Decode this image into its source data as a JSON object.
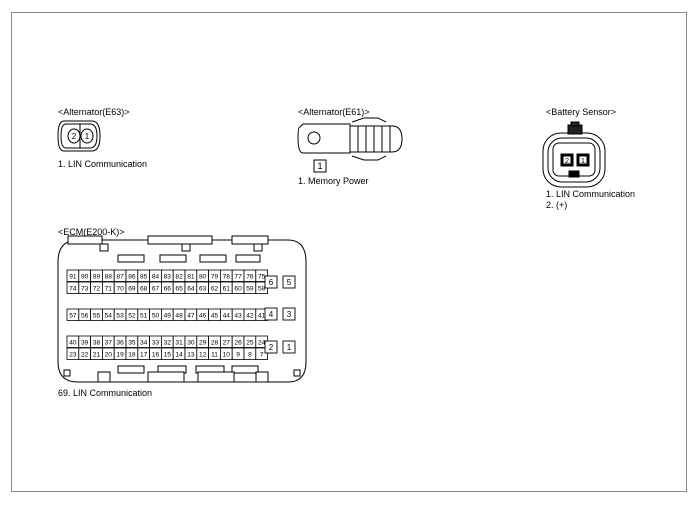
{
  "connectors": {
    "alt_e63": {
      "title": "<Alternator(E63)>",
      "pins": [
        "2",
        "1"
      ],
      "desc": [
        "1. LIN Communication"
      ]
    },
    "alt_e61": {
      "title": "<Alternator(E61)>",
      "pins": [
        "1"
      ],
      "desc": [
        "1. Memory Power"
      ]
    },
    "battery": {
      "title": "<Battery Sensor>",
      "pins": [
        "2",
        "1"
      ],
      "desc": [
        "1. LIN Communication",
        "2. (+)"
      ]
    },
    "ecm": {
      "title": "<ECM(E200-K)>",
      "rows": [
        [
          "91",
          "90",
          "89",
          "88",
          "87",
          "86",
          "85",
          "84",
          "83",
          "82",
          "81",
          "80",
          "79",
          "78",
          "77",
          "76",
          "75"
        ],
        [
          "74",
          "73",
          "72",
          "71",
          "70",
          "69",
          "68",
          "67",
          "66",
          "65",
          "64",
          "63",
          "62",
          "61",
          "60",
          "59",
          "58"
        ],
        [
          "57",
          "56",
          "55",
          "54",
          "53",
          "52",
          "51",
          "50",
          "49",
          "48",
          "47",
          "46",
          "45",
          "44",
          "43",
          "42",
          "41"
        ],
        [
          "40",
          "39",
          "38",
          "37",
          "36",
          "35",
          "34",
          "33",
          "32",
          "31",
          "30",
          "29",
          "28",
          "27",
          "26",
          "25",
          "24"
        ],
        [
          "23",
          "22",
          "21",
          "20",
          "19",
          "18",
          "17",
          "16",
          "15",
          "14",
          "13",
          "12",
          "11",
          "10",
          "9",
          "8",
          "7"
        ]
      ],
      "side_pins": [
        [
          "6",
          "5"
        ],
        [
          "4",
          "3"
        ],
        [
          "2",
          "1"
        ]
      ],
      "desc": [
        "69. LIN Communication"
      ]
    }
  }
}
